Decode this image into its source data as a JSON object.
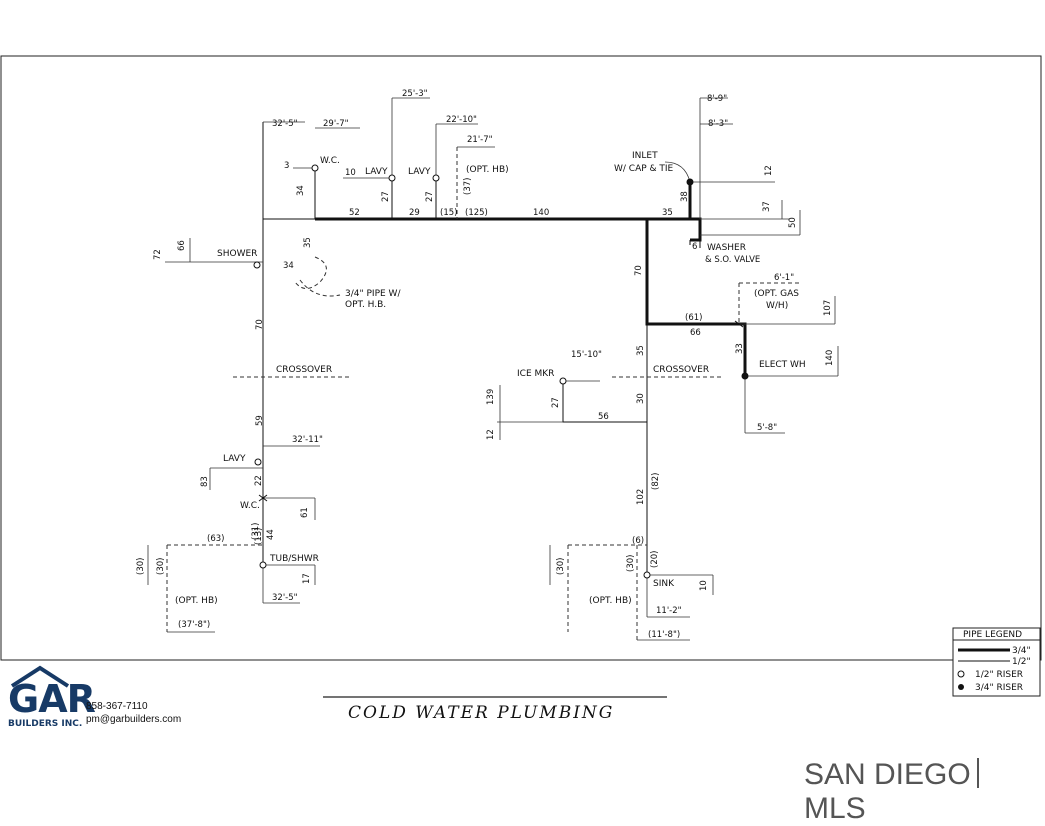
{
  "title": "COLD WATER PLUMBING",
  "company": {
    "logo_word": "GAR",
    "logo_sub": "BUILDERS INC.",
    "phone": "858-367-7110",
    "email": "pm@garbuilders.com"
  },
  "watermark": {
    "left": "SAN DIEGO",
    "right": "MLS"
  },
  "legend": {
    "title": "PIPE LEGEND",
    "items": [
      "3/4\"",
      "1/2\"",
      "1/2\" RISER",
      "3/4\" RISER"
    ]
  },
  "fixtures": {
    "wc_top": "W.C.",
    "lavy1": "LAVY",
    "lavy2": "LAVY",
    "opt_hb_top": "(OPT. HB)",
    "shower": "SHOWER",
    "pipe_note_1": "3/4\" PIPE W/",
    "pipe_note_2": "OPT. H.B.",
    "crossover_left": "CROSSOVER",
    "crossover_right": "CROSSOVER",
    "lavy3": "LAVY",
    "wc_bottom": "W.C.",
    "tub": "TUB/SHWR",
    "opt_hb_left": "(OPT. HB)",
    "inlet_1": "INLET",
    "inlet_2": "W/ CAP & TIE",
    "washer": "WASHER",
    "washer_sub": "& S.O. VALVE",
    "opt_gas_1": "(OPT. GAS",
    "opt_gas_2": "W/H)",
    "elect_wh": "ELECT WH",
    "ice_mkr": "ICE MKR",
    "sink": "SINK",
    "opt_hb_right": "(OPT. HB)"
  },
  "dimensions": {
    "d_32_5_top": "32'-5\"",
    "d_29_7": "29'-7\"",
    "d_25_3": "25'-3\"",
    "d_22_10": "22'-10\"",
    "d_21_7": "21'-7\"",
    "d_3": "3",
    "d_10a": "10",
    "d_34a": "34",
    "d_27a": "27",
    "d_27b": "27",
    "d_37p": "(37)",
    "d_52": "52",
    "d_29": "29",
    "d_15p": "(15)",
    "d_125p": "(125)",
    "d_140": "140",
    "d_35a": "35",
    "d_66a": "66",
    "d_72a": "72",
    "d_35b": "35",
    "d_34b": "34",
    "d_70a": "70",
    "d_8_9": "8'-9\"",
    "d_8_3": "8'-3\"",
    "d_12a": "12",
    "d_38": "38",
    "d_37b": "37",
    "d_50": "50",
    "d_6a": "6",
    "d_70b": "70",
    "d_6_1": "6'-1\"",
    "d_107": "107",
    "d_61p": "(61)",
    "d_66b": "66",
    "d_33": "33",
    "d_140b": "140",
    "d_5_8": "5'-8\"",
    "d_15_10": "15'-10\"",
    "d_35c": "35",
    "d_139": "139",
    "d_27c": "27",
    "d_30": "30",
    "d_56": "56",
    "d_12b": "12",
    "d_59": "59",
    "d_32_11": "32'-11\"",
    "d_83": "83",
    "d_22": "22",
    "d_61": "61",
    "d_13p": "(13)",
    "d_31p": "(31)",
    "d_44": "44",
    "d_63p": "(63)",
    "d_30p_a": "(30)",
    "d_30p_b": "(30)",
    "d_17": "17",
    "d_32_5_bot": "32'-5\"",
    "d_37_8": "(37'-8\")",
    "d_102": "102",
    "d_82p": "(82)",
    "d_6p": "(6)",
    "d_30p_c": "(30)",
    "d_20p": "(20)",
    "d_30p_d": "(30)",
    "d_10b": "10",
    "d_11_2": "11'-2\"",
    "d_11_8": "(11'-8\")"
  }
}
